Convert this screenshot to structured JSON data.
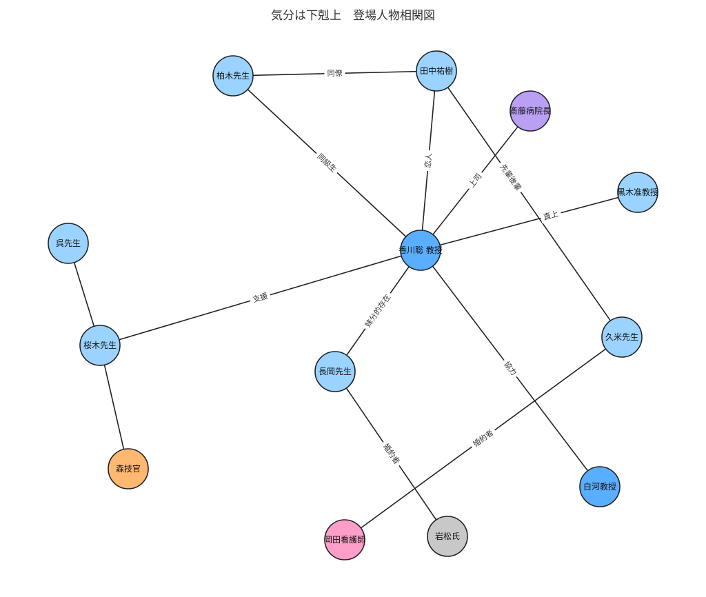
{
  "title": "気分は下剋上　登場人物相関図",
  "colors": {
    "main": "#5aaeff",
    "doctor": "#9ad3ff",
    "director": "#b9a0f5",
    "technician": "#ffb870",
    "nurse": "#ff9ec8",
    "other": "#c8c8c8",
    "edge": "#222222"
  },
  "nodes": [
    {
      "id": "kagawa",
      "label": "香川聡 教授",
      "group": "main"
    },
    {
      "id": "kashiwagi",
      "label": "柏木先生",
      "group": "doctor"
    },
    {
      "id": "tanaka",
      "label": "田中祐樹",
      "group": "doctor"
    },
    {
      "id": "saito",
      "label": "斎藤病院長",
      "group": "director"
    },
    {
      "id": "kuroki",
      "label": "黒木准教授",
      "group": "doctor"
    },
    {
      "id": "kure",
      "label": "呉先生",
      "group": "doctor"
    },
    {
      "id": "sakuragi",
      "label": "桜木先生",
      "group": "doctor"
    },
    {
      "id": "nagaoka",
      "label": "長岡先生",
      "group": "doctor"
    },
    {
      "id": "kume",
      "label": "久米先生",
      "group": "doctor"
    },
    {
      "id": "shirakawa",
      "label": "白河教授",
      "group": "main"
    },
    {
      "id": "mori",
      "label": "森技官",
      "group": "technician"
    },
    {
      "id": "okada",
      "label": "岡田看護師",
      "group": "nurse"
    },
    {
      "id": "iwamatsu",
      "label": "岩松氏",
      "group": "other"
    }
  ],
  "edges": [
    {
      "source": "kashiwagi",
      "target": "tanaka",
      "label": "同僚"
    },
    {
      "source": "kashiwagi",
      "target": "kagawa",
      "label": "同級生"
    },
    {
      "source": "tanaka",
      "target": "kagawa",
      "label": "恋人"
    },
    {
      "source": "saito",
      "target": "kagawa",
      "label": "上司"
    },
    {
      "source": "tanaka",
      "target": "kume",
      "label": "先輩後輩"
    },
    {
      "source": "kagawa",
      "target": "kuroki",
      "label": "直上"
    },
    {
      "source": "kagawa",
      "target": "sakuragi",
      "label": "支援"
    },
    {
      "source": "kure",
      "target": "sakuragi",
      "label": ""
    },
    {
      "source": "sakuragi",
      "target": "mori",
      "label": ""
    },
    {
      "source": "kagawa",
      "target": "nagaoka",
      "label": "妹分的存在"
    },
    {
      "source": "kagawa",
      "target": "shirakawa",
      "label": "協力"
    },
    {
      "source": "nagaoka",
      "target": "iwamatsu",
      "label": "婚約者"
    },
    {
      "source": "kume",
      "target": "okada",
      "label": "婚約者"
    }
  ]
}
